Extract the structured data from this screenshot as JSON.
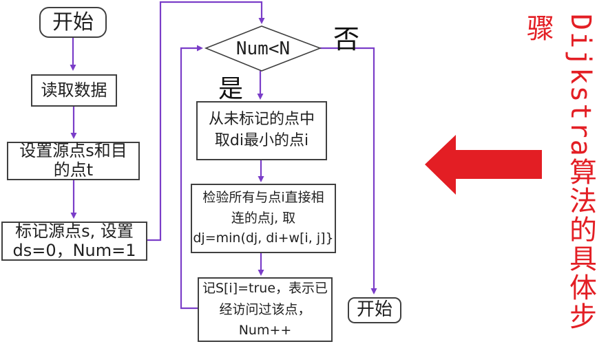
{
  "diagram": {
    "vertical_title": "Dijkstra算法的具体步骤",
    "colors": {
      "line": "#7a3dc8",
      "red": "#e31e24",
      "border": "#3f3f3f"
    },
    "nodes": {
      "start": "开始",
      "read": "读取数据",
      "set": "设置源点s和目\n的点t",
      "mark": "标记源点s, 设置\nds=0，Num=1",
      "decision": "Num<N",
      "pick": "从未标记的点中\n取di最小的点i",
      "check": "检验所有与点i直接相\n连的点j, 取\ndj=min(dj, di+w[i, j]}",
      "record": "记S[i]=true，表示已\n经访问过该点，Num++",
      "end": "开始"
    },
    "labels": {
      "yes": "是",
      "no": "否"
    }
  }
}
